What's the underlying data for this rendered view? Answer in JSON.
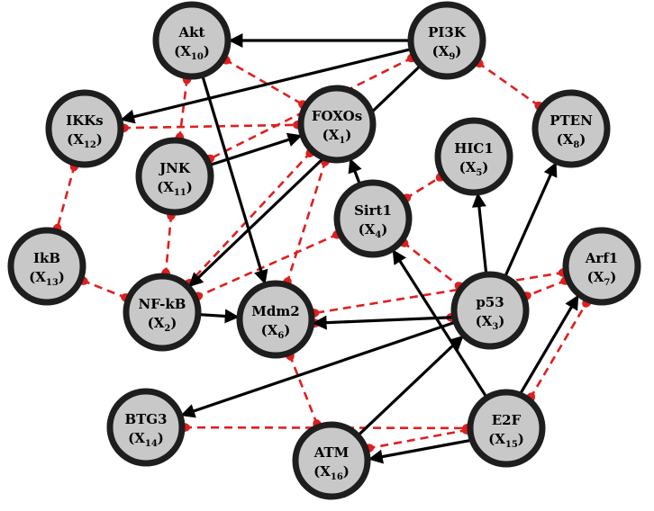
{
  "nodes": [
    {
      "id": "akt",
      "name": "Akt",
      "var": "X",
      "sub": "10"
    },
    {
      "id": "pi3k",
      "name": "PI3K",
      "var": "X",
      "sub": "9"
    },
    {
      "id": "ikks",
      "name": "IKKs",
      "var": "X",
      "sub": "12"
    },
    {
      "id": "foxos",
      "name": "FOXOs",
      "var": "X",
      "sub": "1"
    },
    {
      "id": "pten",
      "name": "PTEN",
      "var": "X",
      "sub": "8"
    },
    {
      "id": "jnk",
      "name": "JNK",
      "var": "X",
      "sub": "11"
    },
    {
      "id": "hic1",
      "name": "HIC1",
      "var": "X",
      "sub": "5"
    },
    {
      "id": "sirt1",
      "name": "Sirt1",
      "var": "X",
      "sub": "4"
    },
    {
      "id": "ikb",
      "name": "IkB",
      "var": "X",
      "sub": "13"
    },
    {
      "id": "arf1",
      "name": "Arf1",
      "var": "X",
      "sub": "7"
    },
    {
      "id": "nfkb",
      "name": "NF-kB",
      "var": "X",
      "sub": "2"
    },
    {
      "id": "mdm2",
      "name": "Mdm2",
      "var": "X",
      "sub": "6"
    },
    {
      "id": "p53",
      "name": "p53",
      "var": "X",
      "sub": "3"
    },
    {
      "id": "btg3",
      "name": "BTG3",
      "var": "X",
      "sub": "14"
    },
    {
      "id": "e2f",
      "name": "E2F",
      "var": "X",
      "sub": "15"
    },
    {
      "id": "atm",
      "name": "ATM",
      "var": "X",
      "sub": "16"
    }
  ],
  "activations": [
    [
      "pi3k",
      "akt"
    ],
    [
      "pi3k",
      "ikks"
    ],
    [
      "pi3k",
      "nfkb"
    ],
    [
      "akt",
      "mdm2"
    ],
    [
      "jnk",
      "foxos"
    ],
    [
      "sirt1",
      "foxos"
    ],
    [
      "nfkb",
      "mdm2"
    ],
    [
      "p53",
      "mdm2"
    ],
    [
      "p53",
      "hic1"
    ],
    [
      "p53",
      "pten"
    ],
    [
      "p53",
      "btg3"
    ],
    [
      "e2f",
      "sirt1"
    ],
    [
      "e2f",
      "arf1"
    ],
    [
      "e2f",
      "atm"
    ],
    [
      "atm",
      "p53"
    ]
  ],
  "inhibitions": [
    [
      "akt",
      "foxos"
    ],
    [
      "akt",
      "jnk"
    ],
    [
      "pi3k",
      "jnk"
    ],
    [
      "pi3k",
      "pten"
    ],
    [
      "ikks",
      "foxos"
    ],
    [
      "ikks",
      "ikb"
    ],
    [
      "ikb",
      "nfkb"
    ],
    [
      "jnk",
      "nfkb"
    ],
    [
      "foxos",
      "nfkb"
    ],
    [
      "foxos",
      "mdm2"
    ],
    [
      "sirt1",
      "hic1"
    ],
    [
      "sirt1",
      "nfkb"
    ],
    [
      "sirt1",
      "p53"
    ],
    [
      "arf1",
      "mdm2"
    ],
    [
      "arf1",
      "p53"
    ],
    [
      "mdm2",
      "p53"
    ],
    [
      "mdm2",
      "atm"
    ],
    [
      "btg3",
      "e2f"
    ],
    [
      "e2f",
      "arf1"
    ],
    [
      "e2f",
      "atm"
    ]
  ],
  "colors": {
    "activation": "#000000",
    "inhibition": "#e01e1e",
    "node_fill": "#c8c8c8",
    "node_stroke": "#1e1e1e"
  }
}
